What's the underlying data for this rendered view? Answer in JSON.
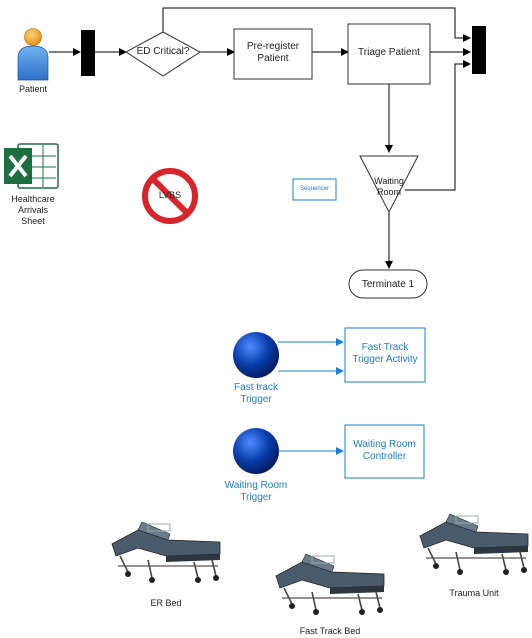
{
  "diagram": {
    "patient": {
      "label": "Patient"
    },
    "arrivals_sheet": {
      "label": "Healthcare\nArrivals\nSheet",
      "icon": "excel-icon"
    },
    "lvbs": {
      "label": "LVBS"
    },
    "decision": {
      "label": "ED  Critical?"
    },
    "preregister": {
      "label": "Pre-register\nPatient"
    },
    "triage": {
      "label": "Triage Patient"
    },
    "sequencer": {
      "label": "Sequencer"
    },
    "waiting_room": {
      "label": "Waiting\nRoom"
    },
    "terminate": {
      "label": "Terminate 1"
    },
    "fast_track_trigger": {
      "label": "Fast track\nTrigger"
    },
    "fast_track_activity": {
      "label": "Fast Track\nTrigger Activity"
    },
    "waiting_room_trigger": {
      "label": "Waiting Room\nTrigger"
    },
    "waiting_room_controller": {
      "label": "Waiting Room\nController"
    },
    "er_bed": {
      "label": "ER Bed"
    },
    "fast_track_bed": {
      "label": "Fast Track Bed"
    },
    "trauma_unit": {
      "label": "Trauma Unit"
    }
  },
  "colors": {
    "accent_blue": "#1a7fd6",
    "excel_green": "#1d6f42",
    "stop_red": "#d8252b",
    "sphere_blue": "#0b3fae"
  }
}
